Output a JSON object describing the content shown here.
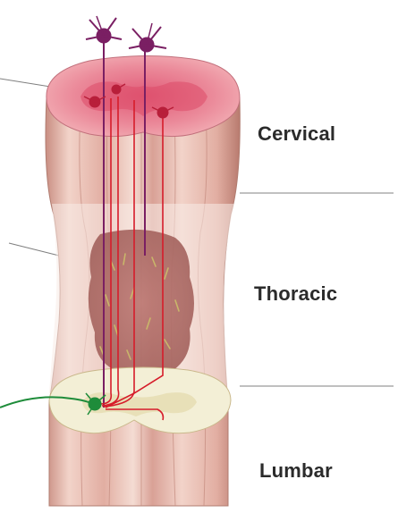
{
  "diagram": {
    "regions": [
      {
        "id": "cervical",
        "label": "Cervical"
      },
      {
        "id": "thoracic",
        "label": "Thoracic"
      },
      {
        "id": "lumbar",
        "label": "Lumbar"
      }
    ],
    "colors": {
      "cord_light": "#f2d3c9",
      "cord_mid": "#e2aea2",
      "cord_dark": "#c98e82",
      "cord_shadow": "#b87a6e",
      "gray_matter_top": "#e15a77",
      "lesion": "#9e5a55",
      "upper_motor_neuron": "#7a1f63",
      "interneuron": "#b81f3a",
      "tract_red": "#d61c2a",
      "lower_motor_neuron": "#1e8c3a",
      "lumbar_section": "#f3efd6",
      "leader_line": "#7f7f7f"
    },
    "icons": [
      "upper-motor-neuron-icon",
      "lower-motor-neuron-icon",
      "interneuron-icon"
    ]
  }
}
